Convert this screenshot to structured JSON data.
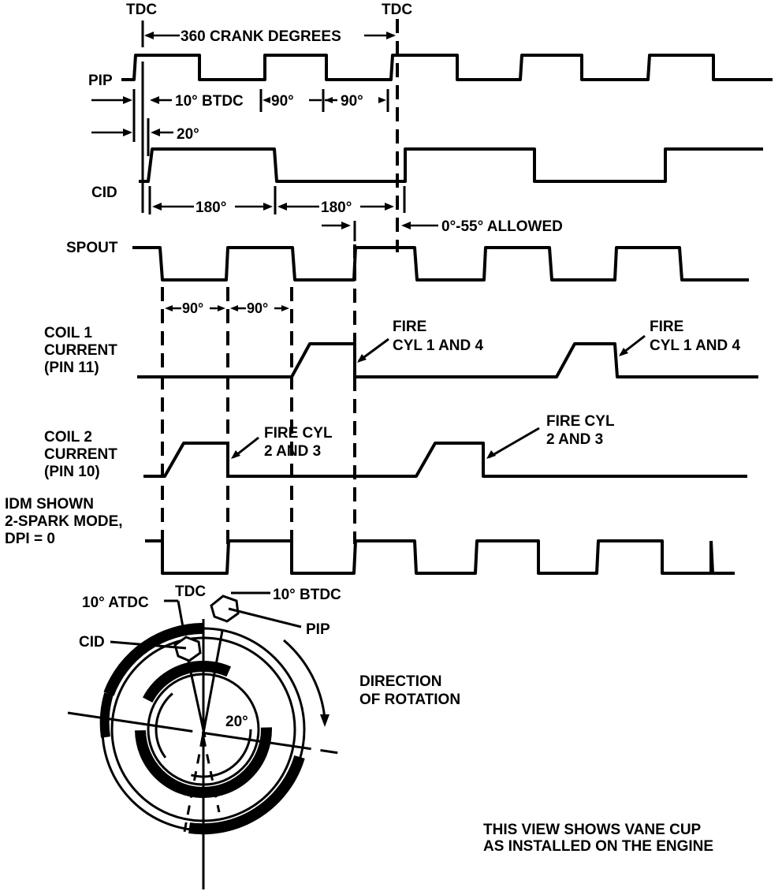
{
  "diagram": {
    "title": "Ignition timing diagram - PIP / CID / SPOUT / Coil currents / IDM",
    "colors": {
      "ink": "#000000",
      "background": "#ffffff"
    },
    "top_labels": {
      "tdc_left": "TDC",
      "tdc_right": "TDC",
      "crank_span": "360 CRANK DEGREES"
    },
    "signals": {
      "pip": {
        "label": "PIP",
        "states": "square wave, 5 full cycles, high 90° / low 90°"
      },
      "cid": {
        "label": "CID",
        "states": "square wave, high 180° / low 180°"
      },
      "spout": {
        "label": "SPOUT",
        "states": "square wave, 90° high / 90° low"
      },
      "coil1": {
        "label_lines": [
          "COIL 1",
          "CURRENT",
          "(PIN 11)"
        ]
      },
      "coil2": {
        "label_lines": [
          "COIL 2",
          "CURRENT",
          "(PIN 10)"
        ]
      },
      "idm": {
        "label_lines": [
          "IDM SHOWN",
          "2-SPARK MODE,",
          "DPI = 0"
        ]
      }
    },
    "dimensions": {
      "btdc": "10° BTDC",
      "ninety_a": "90°",
      "ninety_b": "90°",
      "twenty": "20°",
      "one_eighty_a": "180°",
      "one_eighty_b": "180°",
      "allowed": "0°-55° ALLOWED",
      "spout_ninety_a": "90°",
      "spout_ninety_b": "90°"
    },
    "annotations": {
      "fire_14_a": [
        "FIRE",
        "CYL 1 AND 4"
      ],
      "fire_14_b": [
        "FIRE",
        "CYL 1 AND 4"
      ],
      "fire_23_a": [
        "FIRE CYL",
        "2 AND 3"
      ],
      "fire_23_b": [
        "FIRE CYL",
        "2 AND 3"
      ]
    },
    "vane_cup": {
      "atdc": "10° ATDC",
      "tdc": "TDC",
      "btdc": "10° BTDC",
      "pip": "PIP",
      "cid": "CID",
      "angle": "20°",
      "direction_lines": [
        "DIRECTION",
        "OF ROTATION"
      ],
      "note_lines": [
        "THIS VIEW SHOWS VANE CUP",
        "AS INSTALLED ON THE ENGINE"
      ]
    }
  }
}
